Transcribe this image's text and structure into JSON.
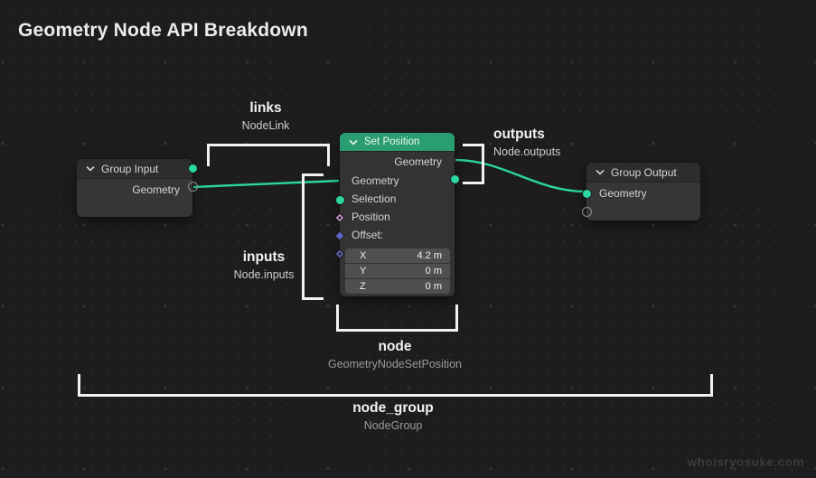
{
  "title": "Geometry Node API Breakdown",
  "watermark": "whoisryosuke.com",
  "colors": {
    "background": "#1d1d1d",
    "link": "#2cd6a2",
    "geometry_socket": "#2cd6a2",
    "boolean_socket": "#d09bd8",
    "vector_socket": "#6567c8",
    "set_position_header": "#2a9d72",
    "node_header": "#2d2d2d",
    "node_body": "#363636",
    "bracket": "#f2f2f2"
  },
  "nodes": {
    "group_input": {
      "title": "Group Input",
      "output_socket": {
        "label": "Geometry",
        "type": "geometry"
      }
    },
    "set_position": {
      "title": "Set Position",
      "output_socket": {
        "label": "Geometry",
        "type": "geometry"
      },
      "input_sockets": [
        {
          "label": "Geometry",
          "type": "geometry"
        },
        {
          "label": "Selection",
          "type": "boolean-field"
        },
        {
          "label": "Position",
          "type": "vector"
        },
        {
          "label": "Offset:",
          "type": "vector-field"
        }
      ],
      "vector_fields": [
        {
          "axis": "X",
          "value": "4.2 m"
        },
        {
          "axis": "Y",
          "value": "0 m"
        },
        {
          "axis": "Z",
          "value": "0 m"
        }
      ]
    },
    "group_output": {
      "title": "Group Output",
      "input_socket": {
        "label": "Geometry",
        "type": "geometry"
      }
    }
  },
  "annotations": {
    "links": {
      "label": "links",
      "sublabel": "NodeLink"
    },
    "outputs": {
      "label": "outputs",
      "sublabel": "Node.outputs"
    },
    "inputs": {
      "label": "inputs",
      "sublabel": "Node.inputs"
    },
    "node": {
      "label": "node",
      "sublabel": "GeometryNodeSetPosition"
    },
    "node_group": {
      "label": "node_group",
      "sublabel": "NodeGroup"
    }
  }
}
